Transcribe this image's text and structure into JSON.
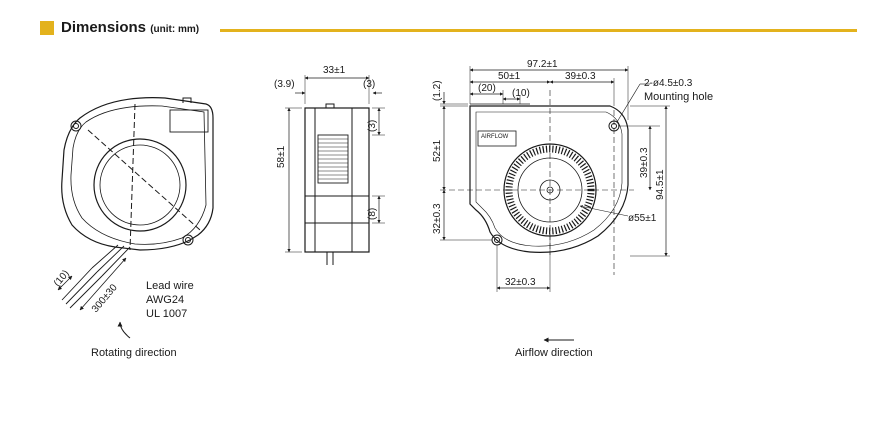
{
  "header": {
    "title": "Dimensions",
    "unit": "(unit: mm)"
  },
  "side_view": {
    "dim_top": "33±1",
    "dim_top_left": "(3.9)",
    "dim_top_right": "(3)",
    "dim_right_upper": "(3)",
    "dim_right_lower": "(8)",
    "dim_height": "58±1"
  },
  "rotation_view": {
    "lead_wire_line1": "Lead wire",
    "lead_wire_line2": "AWG24",
    "lead_wire_line3": "UL 1007",
    "dim_wire_spacing": "(10)",
    "dim_wire_length": "300±30",
    "caption": "Rotating direction"
  },
  "front_view": {
    "dim_width": "97.2±1",
    "dim_hole_x": "50±1",
    "dim_hole_right": "39±0.3",
    "dim_20": "(20)",
    "dim_10": "(10)",
    "dim_1_2": "(1.2)",
    "holes": "2-ø4.5±0.3",
    "holes_label": "Mounting hole",
    "dim_52": "52±1",
    "dim_32_v": "32±0.3",
    "dim_39_v": "39±0.3",
    "dim_94": "94.5±1",
    "dim_55": "ø55±1",
    "dim_32_h": "32±0.3",
    "airflow_label": "AIRFLOW",
    "caption": "Airflow direction"
  },
  "colors": {
    "accent": "#e3b21d",
    "line": "#1a1a1a"
  }
}
